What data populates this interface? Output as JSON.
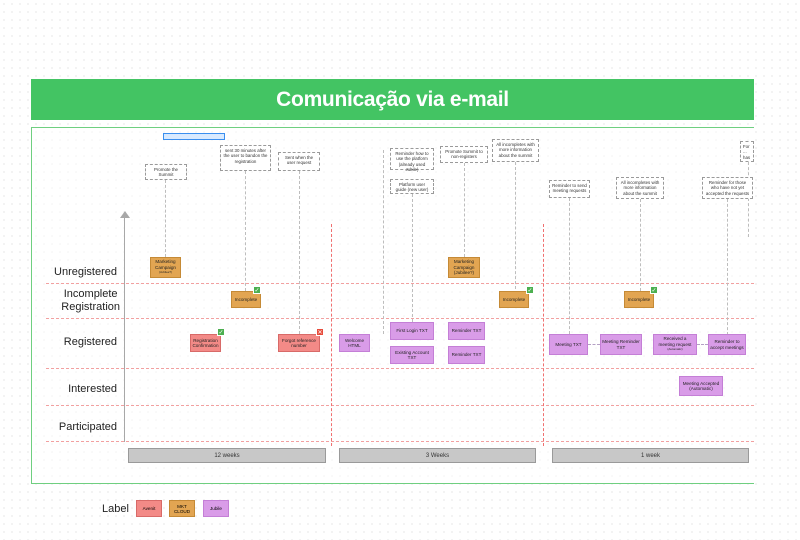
{
  "title": "Comunicação via e-mail",
  "rows": [
    "Unregistered",
    "Incomplete\nRegistration",
    "Registered",
    "Interested",
    "Participated"
  ],
  "timeline": [
    "12 weeks",
    "3 Weeks",
    "1 week"
  ],
  "notes": [
    "Promote the Summit",
    "sent 30 minutes after the user to bandon the registration",
    "Sent when the user request",
    "Reminder how to use the platform (already used Jubile)",
    "Platform user guide (new user)",
    "Promote Summit to non-registers",
    "All incompletes with more information about the summit",
    "Reminder to send meeting requests",
    "All incompletes with more information about the summit",
    "Reminder for those who have not yet accepted the requests",
    "For ... has n..."
  ],
  "cards": {
    "marketing1": "Marketing Campaign",
    "marketing1_sub": "(Jubilee?)",
    "marketing2": "Marketing Campaign (Jubilee?)",
    "incomplete": "Incomplete",
    "reg_confirm": "Registration Confirmation",
    "forgot": "Forgot reference number",
    "welcome": "Welcome HTML",
    "first_login": "First Login TXT",
    "existing": "Existing Account TXT",
    "reminder1": "Reminder TXT",
    "reminder2": "Reminder TXT",
    "meeting": "Meeting TXT",
    "meeting_reminder": "Meeting Reminder TXT",
    "received": "Received a meeting request",
    "received_sub": "(Automatic)",
    "reminder_accept": "Reminder to accept meetings",
    "meeting_accepted": "Meeting Accepted (Automatic)"
  },
  "legend": {
    "label": "Label",
    "items": [
      "Avenit",
      "MKT CLOUD",
      "Jubile"
    ]
  },
  "colors": {
    "header": "#43c463",
    "orange": "#e2a552",
    "red": "#f38a87",
    "purple": "#d99ce8"
  },
  "icons": {
    "ok": "checkmark-icon",
    "err": "x-icon"
  }
}
